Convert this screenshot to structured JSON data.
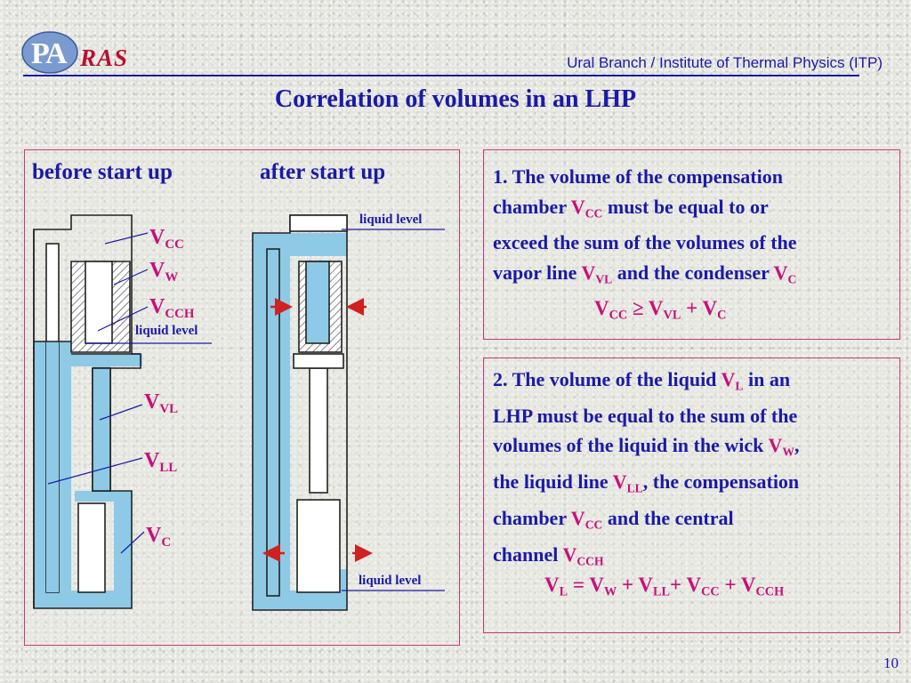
{
  "header": {
    "logo_text": "RAS",
    "organization": "Ural Branch / Institute of Thermal Physics (ITP)"
  },
  "title": "Correlation of volumes in an LHP",
  "diagram": {
    "col_before": "before start up",
    "col_after": "after start up",
    "liquid_level": "liquid level",
    "labels": {
      "vcc": {
        "main": "V",
        "sub": "CC"
      },
      "vw": {
        "main": "V",
        "sub": "W"
      },
      "vcch": {
        "main": "V",
        "sub": "CCH"
      },
      "vvl": {
        "main": "V",
        "sub": "VL"
      },
      "vll": {
        "main": "V",
        "sub": "LL"
      },
      "vc": {
        "main": "V",
        "sub": "C"
      }
    }
  },
  "rule1": {
    "t1": "1. The volume of the compensation",
    "t2a": "chamber ",
    "t2b": "V",
    "t2c": "CC",
    "t2d": " must be equal to or",
    "t3": "exceed the sum of the volumes of the",
    "t4a": "vapor line ",
    "t4b": "V",
    "t4c": "VL",
    "t4d": " and the condenser ",
    "t4e": "V",
    "t4f": "C",
    "eq": [
      "V",
      "CC",
      " ≥  V",
      "VL",
      " + V",
      "C"
    ]
  },
  "rule2": {
    "t1a": "2.  The volume of the liquid ",
    "t1b": "V",
    "t1c": "L",
    "t1d": " in an",
    "t2": "LHP must be equal to the sum of the",
    "t3a": "volumes of the liquid in the wick ",
    "t3b": "V",
    "t3c": "W",
    "t3d": ",",
    "t4a": "the liquid line ",
    "t4b": "V",
    "t4c": "LL",
    "t4d": ", the compensation",
    "t5a": "chamber ",
    "t5b": "V",
    "t5c": "CC",
    "t5d": " and the central",
    "t6a": "channel ",
    "t6b": "V",
    "t6c": "CCH",
    "eq": [
      "V",
      "L",
      " = V",
      "W",
      " + V",
      "LL",
      "+ V",
      "CC",
      " + V",
      "CCH"
    ]
  },
  "page_number": "10",
  "colors": {
    "blue_text": "#1a1aa8",
    "magenta": "#c8107a",
    "liquid": "#8ecae6",
    "arrow": "#d02020"
  }
}
